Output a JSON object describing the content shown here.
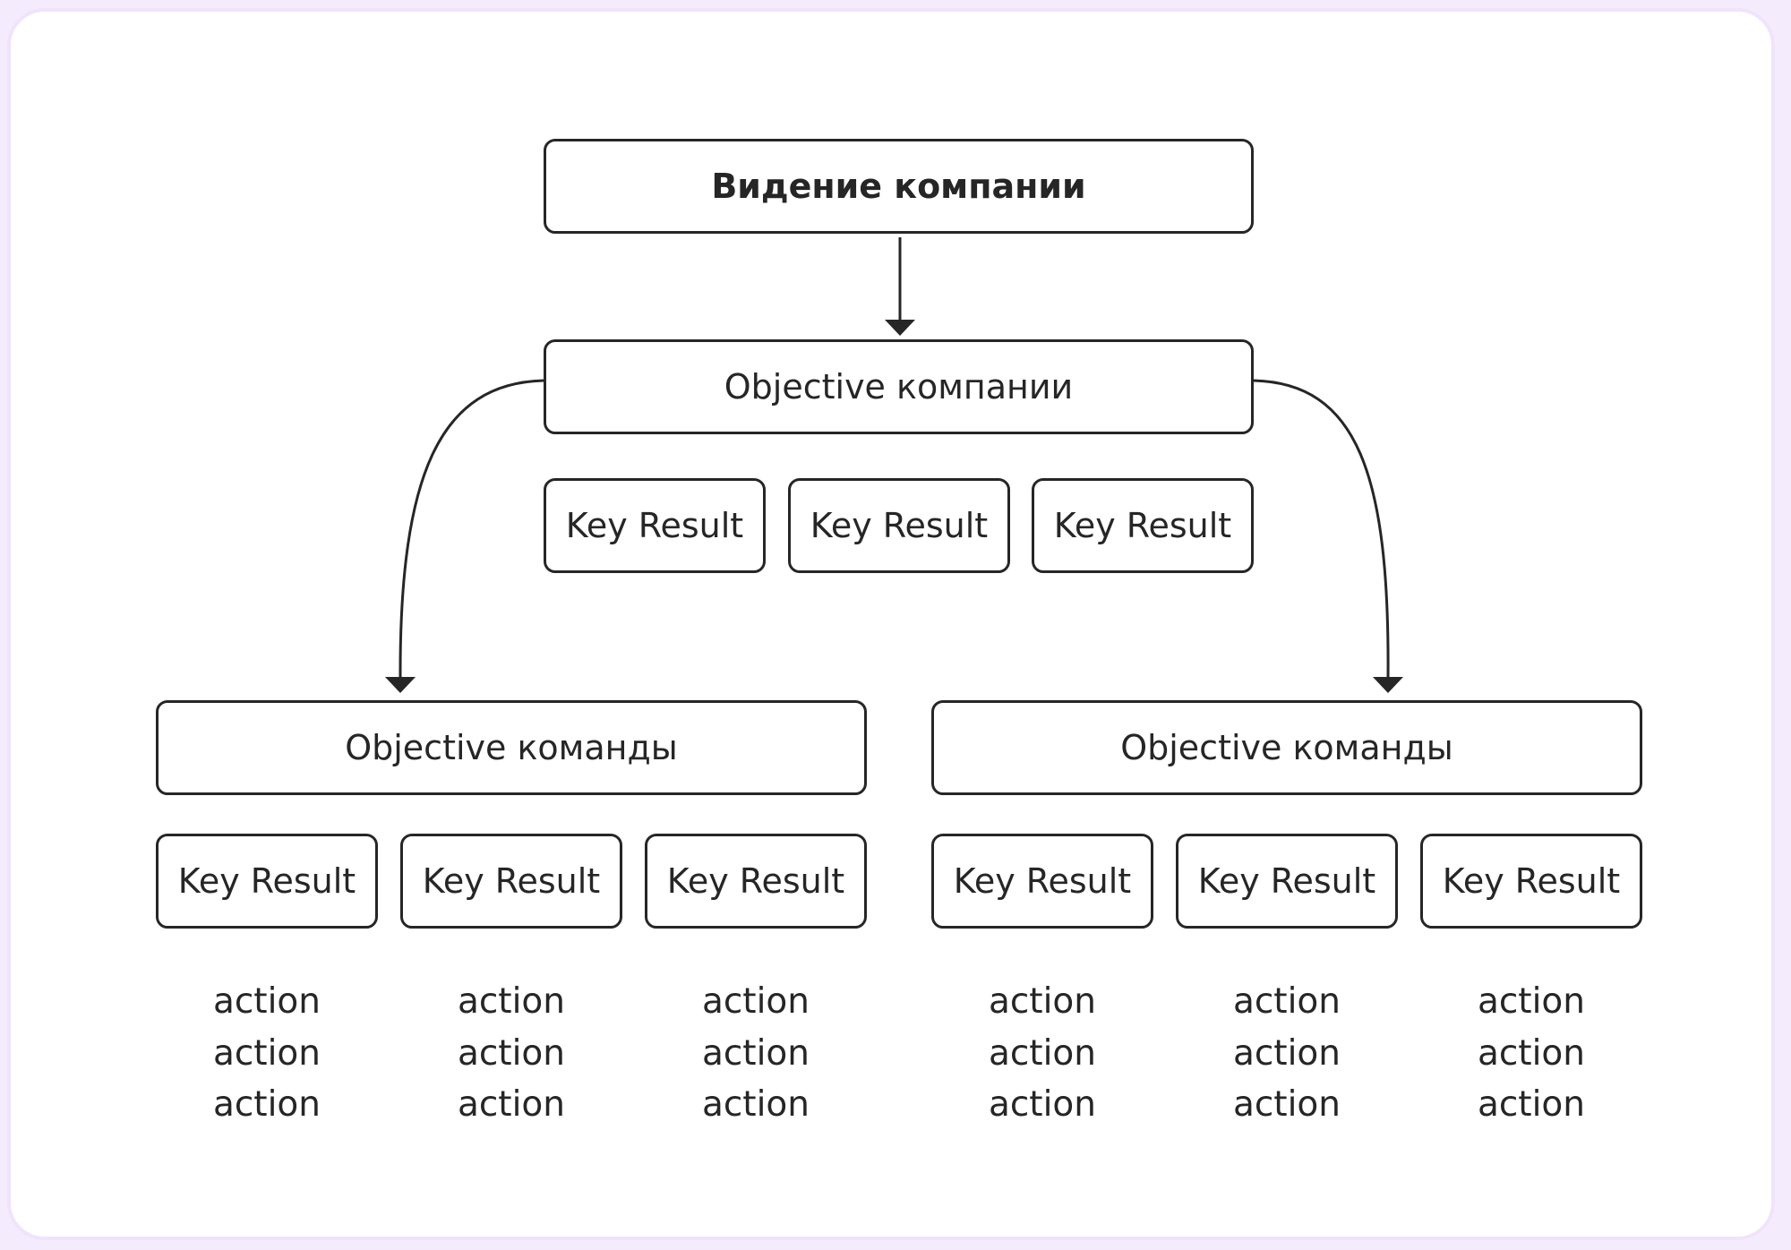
{
  "vision": {
    "label": "Видение компании"
  },
  "company_objective": {
    "label": "Objective компании",
    "key_results": [
      "Key Result",
      "Key Result",
      "Key Result"
    ]
  },
  "teams": [
    {
      "objective": "Objective команды",
      "key_results": [
        {
          "label": "Key Result",
          "actions": [
            "action",
            "action",
            "action"
          ]
        },
        {
          "label": "Key Result",
          "actions": [
            "action",
            "action",
            "action"
          ]
        },
        {
          "label": "Key Result",
          "actions": [
            "action",
            "action",
            "action"
          ]
        }
      ]
    },
    {
      "objective": "Objective команды",
      "key_results": [
        {
          "label": "Key Result",
          "actions": [
            "action",
            "action",
            "action"
          ]
        },
        {
          "label": "Key Result",
          "actions": [
            "action",
            "action",
            "action"
          ]
        },
        {
          "label": "Key Result",
          "actions": [
            "action",
            "action",
            "action"
          ]
        }
      ]
    }
  ],
  "colors": {
    "stroke": "#262626",
    "background": "#ffffff",
    "frame": "#f0e3fb"
  }
}
